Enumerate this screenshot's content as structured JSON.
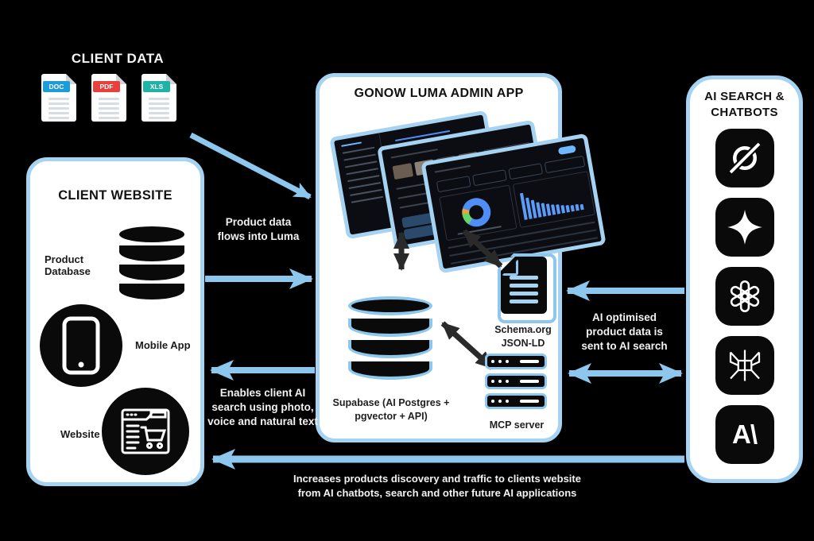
{
  "colors": {
    "background": "#000000",
    "arrow_blue": "#8ec7ed",
    "panel_border": "#a6d3f2",
    "panel_bg": "#ffffff",
    "dark_arrow": "#2a2a2a",
    "doc_tab": "#1e9cd7",
    "pdf_tab": "#e8403c",
    "xls_tab": "#1fb3a7"
  },
  "client_data": {
    "title": "CLIENT DATA",
    "files": [
      {
        "type": "DOC"
      },
      {
        "type": "PDF"
      },
      {
        "type": "XLS"
      }
    ]
  },
  "client_website": {
    "title": "CLIENT WEBSITE",
    "items": [
      {
        "label": "Product Database",
        "icon": "database-icon"
      },
      {
        "label": "Mobile App",
        "icon": "mobile-phone-icon"
      },
      {
        "label": "Website",
        "icon": "website-browser-icon"
      }
    ]
  },
  "admin_app": {
    "title": "GONOW LUMA ADMIN APP",
    "supabase_label": [
      "Supabase (AI Postgres +",
      "pgvector + API)"
    ],
    "schema_label": [
      "Schema.org",
      "JSON-LD"
    ],
    "mcp_label": "MCP server"
  },
  "ai_search": {
    "title": [
      "AI SEARCH &",
      "CHATBOTS"
    ],
    "providers": [
      {
        "icon": "grok-icon"
      },
      {
        "icon": "gemini-icon"
      },
      {
        "icon": "openai-icon"
      },
      {
        "icon": "perplexity-icon"
      },
      {
        "icon": "anthropic-icon",
        "glyph": "A\\"
      }
    ]
  },
  "flow_labels": {
    "product_data": [
      "Product data",
      "flows into Luma"
    ],
    "enables_search": [
      "Enables client AI",
      "search using photo,",
      "voice and natural text"
    ],
    "ai_optimised": [
      "AI optimised",
      "product data is",
      "sent to AI search"
    ],
    "increases": [
      "Increases products discovery and traffic to clients website",
      "from AI chatbots, search and other future AI applications"
    ]
  }
}
